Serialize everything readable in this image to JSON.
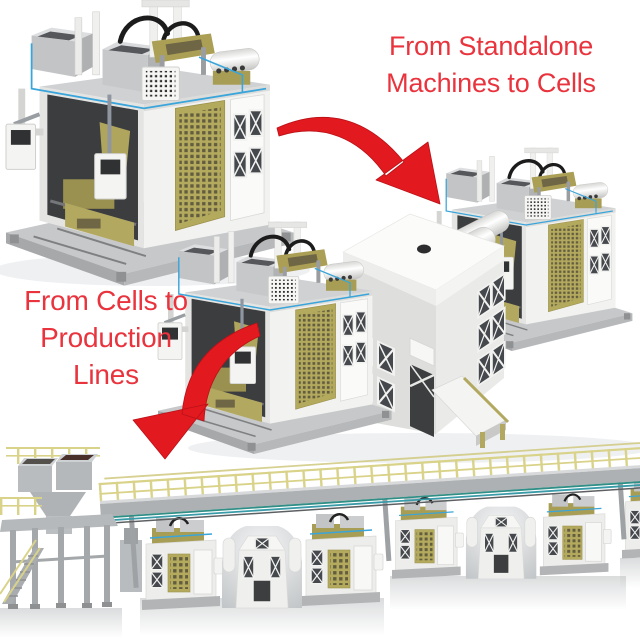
{
  "page": {
    "background": "#ffffff",
    "kind": "marketing-diagram"
  },
  "annotations": {
    "top_label": {
      "text": "From Standalone Machines to Cells",
      "lines": [
        "From Standalone",
        "Machines to Cells"
      ],
      "color": "#e9333d"
    },
    "left_label": {
      "text": "From Cells to Production Lines",
      "lines": [
        "From Cells to",
        "Production",
        "Lines"
      ],
      "color": "#e9333d"
    }
  },
  "stages": [
    {
      "id": "standalone-machine",
      "label": "standalone-molding-machine-render"
    },
    {
      "id": "machine-cell",
      "label": "machine-cell-with-enclosure-and-conveyor-render"
    },
    {
      "id": "production-line",
      "label": "production-line-with-elevated-walkway-render"
    }
  ],
  "arrows": [
    {
      "id": "arrow-standalone-to-cell",
      "from": "standalone-machine",
      "to": "machine-cell",
      "direction": "down-right",
      "color": "#e2191f"
    },
    {
      "id": "arrow-cell-to-production-line",
      "from": "machine-cell",
      "to": "production-line",
      "direction": "down-left",
      "color": "#e2191f"
    }
  ],
  "palette": {
    "machine_body": "#f2f2f0",
    "machine_shade": "#dededc",
    "olive_panel": "#b4aa5e",
    "olive_equipment": "#a89d55",
    "interior_dark": "#3b3d3f",
    "base_gray": "#c6c8ca",
    "pipe_blue": "#3aa5da",
    "pipe_teal": "#2f8f86",
    "railing_yellow": "#d9d289",
    "hose_black": "#1c1c1c",
    "accent_red": "#e2191f",
    "text_red": "#e9333d"
  }
}
